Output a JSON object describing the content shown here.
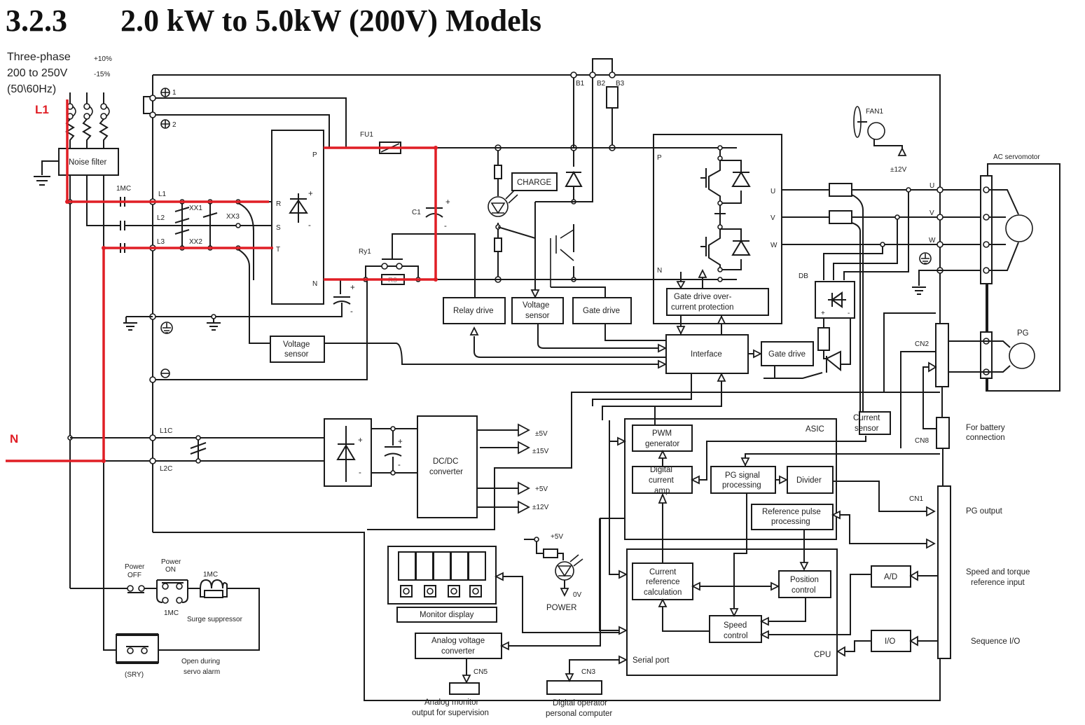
{
  "title": {
    "section": "3.2.3",
    "text": "2.0 kW to 5.0kW (200V) Models"
  },
  "supply": {
    "line1": "Three-phase",
    "line2": "200 to 250V",
    "line3": "(50\\60Hz)",
    "tol_plus": "+10%",
    "tol_minus": "-15%"
  },
  "annotations": {
    "l1": "L1",
    "n": "N",
    "highlight_color": "#e01e25"
  },
  "terminals": {
    "pe1": "1",
    "pe2": "2",
    "l1": "L1",
    "l2": "L2",
    "l3": "L3",
    "l1c": "L1C",
    "l2c": "L2C",
    "b1": "B1",
    "b2": "B2",
    "b3": "B3",
    "u": "U",
    "v": "V",
    "w": "W",
    "r": "R",
    "s": "S",
    "t": "T",
    "p": "P",
    "n": "N",
    "p2": "P",
    "n2": "N"
  },
  "components": {
    "noise_filter": "Noise filter",
    "contactor": "1MC",
    "xx1": "XX1",
    "xx2": "XX2",
    "xx3": "XX3",
    "fuse": "FU1",
    "cap": "C1",
    "relay": "Ry1",
    "resistor": "R3",
    "charge": "CHARGE",
    "fan": "FAN1",
    "fan_supply": "±12V",
    "db": "DB",
    "motor": "AC servomotor",
    "pg": "PG",
    "plus": "+",
    "minus": "-"
  },
  "blocks": {
    "relay_drive": "Relay drive",
    "voltage_sensor_1": [
      "Voltage",
      "sensor"
    ],
    "gate_drive_1": "Gate drive",
    "gate_ocp": [
      "Gate drive over-",
      "current protection"
    ],
    "voltage_sensor_2": [
      "Voltage",
      "sensor"
    ],
    "interface": "Interface",
    "gate_drive_2": "Gate drive",
    "current_sensor": [
      "Current",
      "sensor"
    ],
    "dcdc": [
      "DC/DC",
      "converter"
    ],
    "asic": "ASIC",
    "pwm": [
      "PWM",
      "generator"
    ],
    "dca": [
      "Digital",
      "current",
      "amp"
    ],
    "pg_proc": [
      "PG signal",
      "processing"
    ],
    "divider": "Divider",
    "ref_pulse": [
      "Reference pulse",
      "processing"
    ],
    "cpu": "CPU",
    "cur_ref": [
      "Current",
      "reference",
      "calculation"
    ],
    "pos_ctrl": [
      "Position",
      "control"
    ],
    "spd_ctrl": [
      "Speed",
      "control"
    ],
    "serial": "Serial port",
    "ad": "A/D",
    "io": "I/O",
    "monitor": "Monitor display",
    "avc": [
      "Analog voltage",
      "converter"
    ]
  },
  "supplies": {
    "v1": "±5V",
    "v2": "±15V",
    "v3": "+5V",
    "v4": "±12V"
  },
  "power_led": {
    "vcc": "+5V",
    "gnd": "0V",
    "label": "POWER"
  },
  "connectors": {
    "cn1": "CN1",
    "cn2": "CN2",
    "cn3": "CN3",
    "cn5": "CN5",
    "cn8": "CN8",
    "battery": [
      "For battery",
      "connection"
    ],
    "pg_output": "PG output",
    "speed_torque": [
      "Speed and torque",
      "reference input"
    ],
    "seq_io": "Sequence I/O",
    "analog_mon": [
      "Analog monitor",
      "output for supervision"
    ],
    "digital_op": [
      "Digital operator",
      "personal computer"
    ]
  },
  "control_circuit": {
    "power_off": [
      "Power",
      "OFF"
    ],
    "power_on": [
      "Power",
      "ON"
    ],
    "coil": "1MC",
    "aux": "1MC",
    "surge": "Surge suppressor",
    "sry": "(SRY)",
    "alarm": [
      "Open during",
      "servo alarm"
    ]
  }
}
